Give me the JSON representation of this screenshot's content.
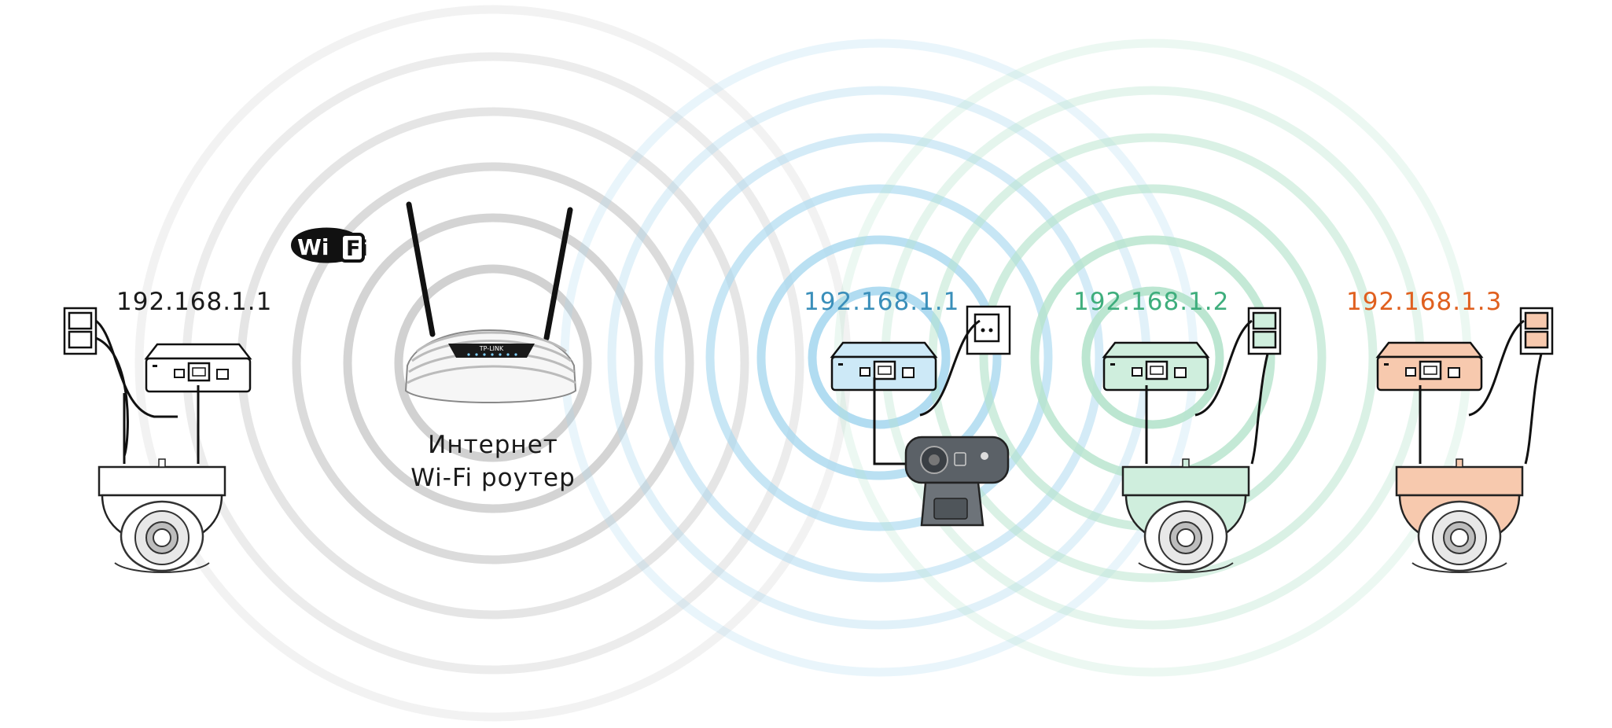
{
  "wifi_logo": {
    "text": "WiFi",
    "icon": "wifi-logo-icon"
  },
  "router": {
    "brand": "TP-LINK",
    "label_line1": "Интернет",
    "label_line2": "Wi-Fi роутер"
  },
  "devices": [
    {
      "ip": "192.168.1.1",
      "color": "#1a1a1a",
      "kind": "dome-camera"
    },
    {
      "ip": "192.168.1.1",
      "color": "#3a8fba",
      "kind": "webcam"
    },
    {
      "ip": "192.168.1.2",
      "color": "#3fae7d",
      "kind": "dome-camera"
    },
    {
      "ip": "192.168.1.3",
      "color": "#e0601f",
      "kind": "dome-camera"
    }
  ],
  "colors": {
    "ring_gray": "#cfcfcf",
    "ring_blue": "#a9d8ef",
    "ring_green": "#b5e3cc",
    "fill_blue": "#cde9f7",
    "fill_green": "#cfeedd",
    "fill_orange": "#f7c9ae"
  }
}
